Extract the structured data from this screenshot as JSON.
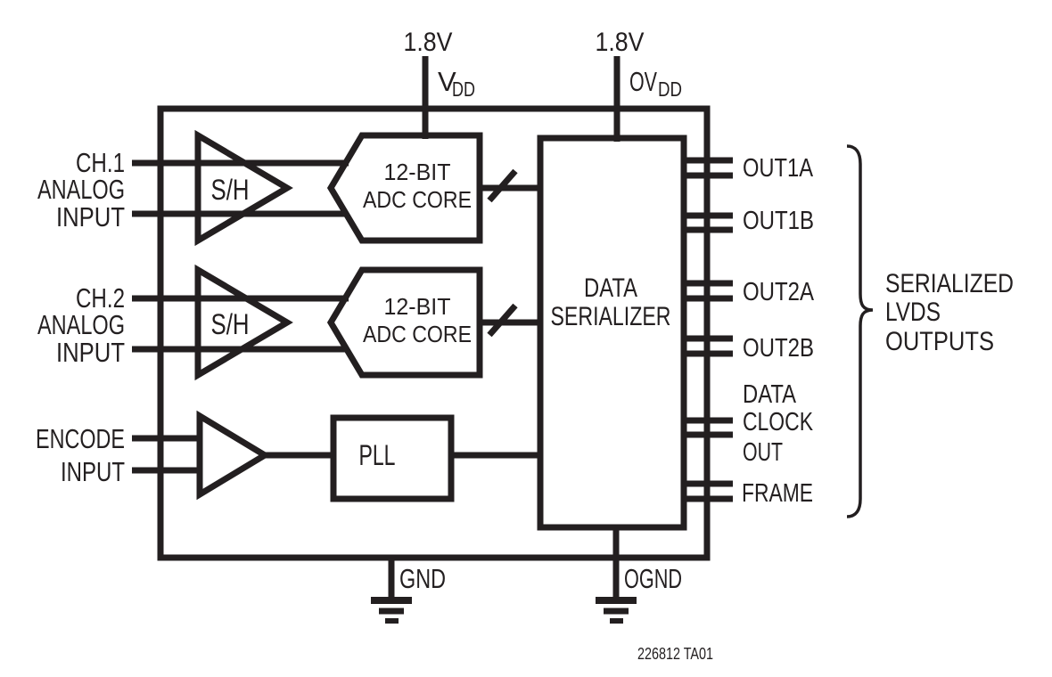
{
  "power_rails": {
    "vdd": {
      "voltage": "1.8V",
      "name": "V",
      "sub": "DD"
    },
    "ovdd": {
      "voltage": "1.8V",
      "name": "OV",
      "sub": "DD"
    }
  },
  "inputs": {
    "ch1": {
      "line1": "CH.1",
      "line2": "ANALOG",
      "line3": "INPUT"
    },
    "ch2": {
      "line1": "CH.2",
      "line2": "ANALOG",
      "line3": "INPUT"
    },
    "encode": {
      "line1": "ENCODE",
      "line2": "INPUT"
    }
  },
  "blocks": {
    "sh1": "S/H",
    "sh2": "S/H",
    "adc1": {
      "line1": "12-BIT",
      "line2": "ADC CORE"
    },
    "adc2": {
      "line1": "12-BIT",
      "line2": "ADC CORE"
    },
    "serializer": {
      "line1": "DATA",
      "line2": "SERIALIZER"
    },
    "pll": "PLL"
  },
  "outputs": {
    "out1a": "OUT1A",
    "out1b": "OUT1B",
    "out2a": "OUT2A",
    "out2b": "OUT2B",
    "clock": {
      "line1": "DATA",
      "line2": "CLOCK",
      "line3": "OUT"
    },
    "frame": "FRAME",
    "group_label": {
      "line1": "SERIALIZED",
      "line2": "LVDS",
      "line3": "OUTPUTS"
    }
  },
  "grounds": {
    "gnd": "GND",
    "ognd": "OGND"
  },
  "caption": "226812 TA01",
  "colors": {
    "ink": "#231f20",
    "background": "#ffffff"
  }
}
